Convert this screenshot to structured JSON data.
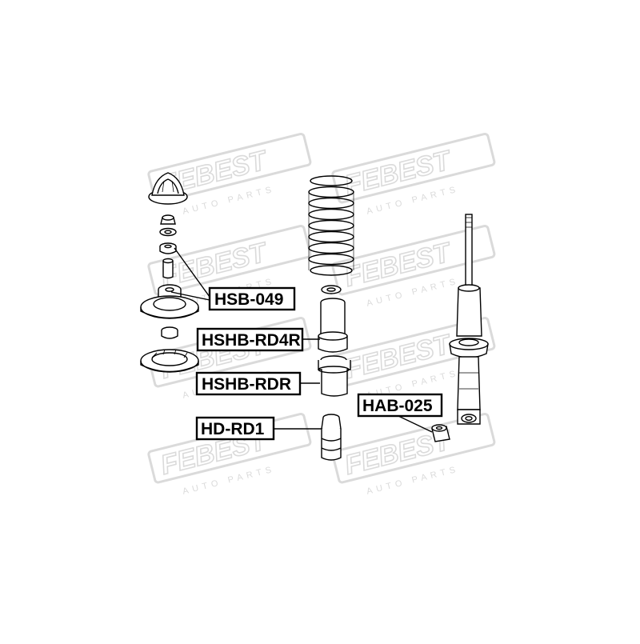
{
  "watermark": {
    "brand": "FEBEST",
    "tagline": "AUTO PARTS",
    "color": "#c9c9c9"
  },
  "parts": {
    "hsb_049": "HSB-049",
    "shhb_rd4r": "HSHB-RD4R",
    "shhb_rdr": "HSHB-RDR",
    "hd_rd1": "HD-RD1",
    "hab_025": "HAB-025"
  },
  "colors": {
    "line": "#000000",
    "part_fill": "#ffffff",
    "label_border": "#000000"
  }
}
